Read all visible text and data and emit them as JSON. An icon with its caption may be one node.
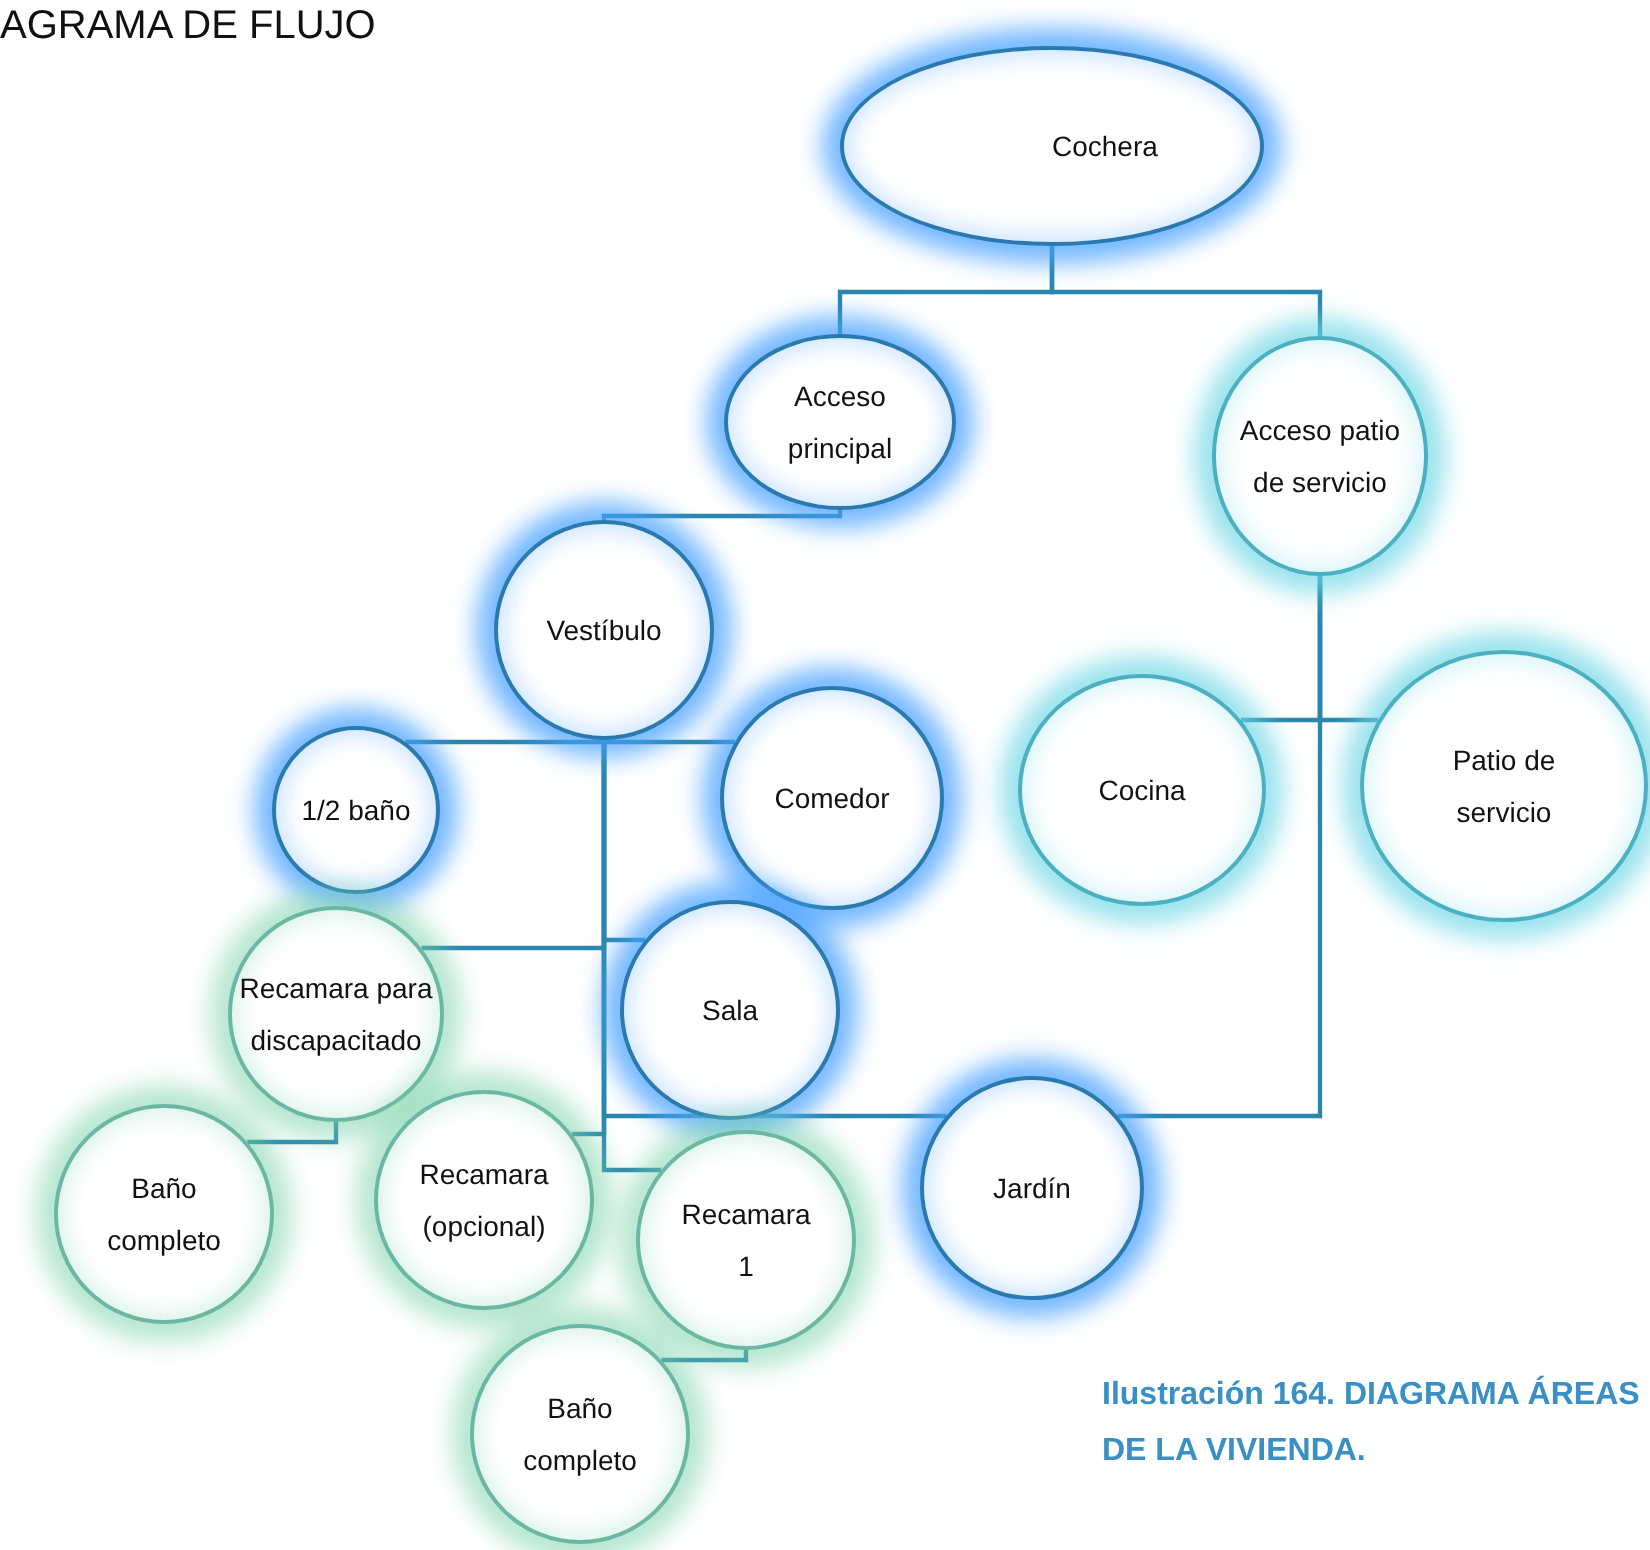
{
  "diagram": {
    "title": "AGRAMA DE FLUJO",
    "nodes": [
      {
        "text": [
          "Cochera"
        ]
      },
      {
        "text": [
          "Acceso principal"
        ]
      },
      {
        "text": [
          "Acceso patio de servicio"
        ]
      },
      {
        "text": [
          "Vestíbulo"
        ]
      },
      {
        "text": [
          "1/2 baño"
        ]
      },
      {
        "text": [
          "Comedor"
        ]
      },
      {
        "text": [
          "Cocina"
        ]
      },
      {
        "text": [
          "Patio de servicio"
        ]
      },
      {
        "text": [
          "Recamara para discapacitado"
        ]
      },
      {
        "text": [
          "Sala"
        ]
      },
      {
        "text": [
          "Baño completo"
        ]
      },
      {
        "text": [
          "Recamara (opcional)"
        ]
      },
      {
        "text": [
          "Recamara 1"
        ]
      },
      {
        "text": [
          "Jardín"
        ]
      },
      {
        "text": [
          "Baño completo"
        ]
      }
    ],
    "edges": [
      {
        "from": 0,
        "to": 1,
        "arrow": "none"
      },
      {
        "from": 0,
        "to": 2,
        "arrow": "none"
      },
      {
        "from": 1,
        "to": 3,
        "arrow": "none"
      },
      {
        "from": 3,
        "to": 4,
        "arrow": "none"
      },
      {
        "from": 3,
        "to": 5,
        "arrow": "none"
      },
      {
        "from": 3,
        "to": 9,
        "arrow": "none"
      },
      {
        "from": 3,
        "to": 8,
        "arrow": "none"
      },
      {
        "from": 3,
        "to": 13,
        "arrow": "none"
      },
      {
        "from": 3,
        "to": 11,
        "arrow": "none"
      },
      {
        "from": 3,
        "to": 12,
        "arrow": "none"
      },
      {
        "from": 2,
        "to": 6,
        "arrow": "none"
      },
      {
        "from": 2,
        "to": 7,
        "arrow": "none"
      },
      {
        "from": 2,
        "to": 13,
        "arrow": "none"
      },
      {
        "from": 8,
        "to": 10,
        "arrow": "none"
      },
      {
        "from": 12,
        "to": 14,
        "arrow": "none"
      }
    ],
    "labels": [
      "Ilustración 164. DIAGRAMA ÁREAS DE LA VIVIENDA."
    ]
  }
}
